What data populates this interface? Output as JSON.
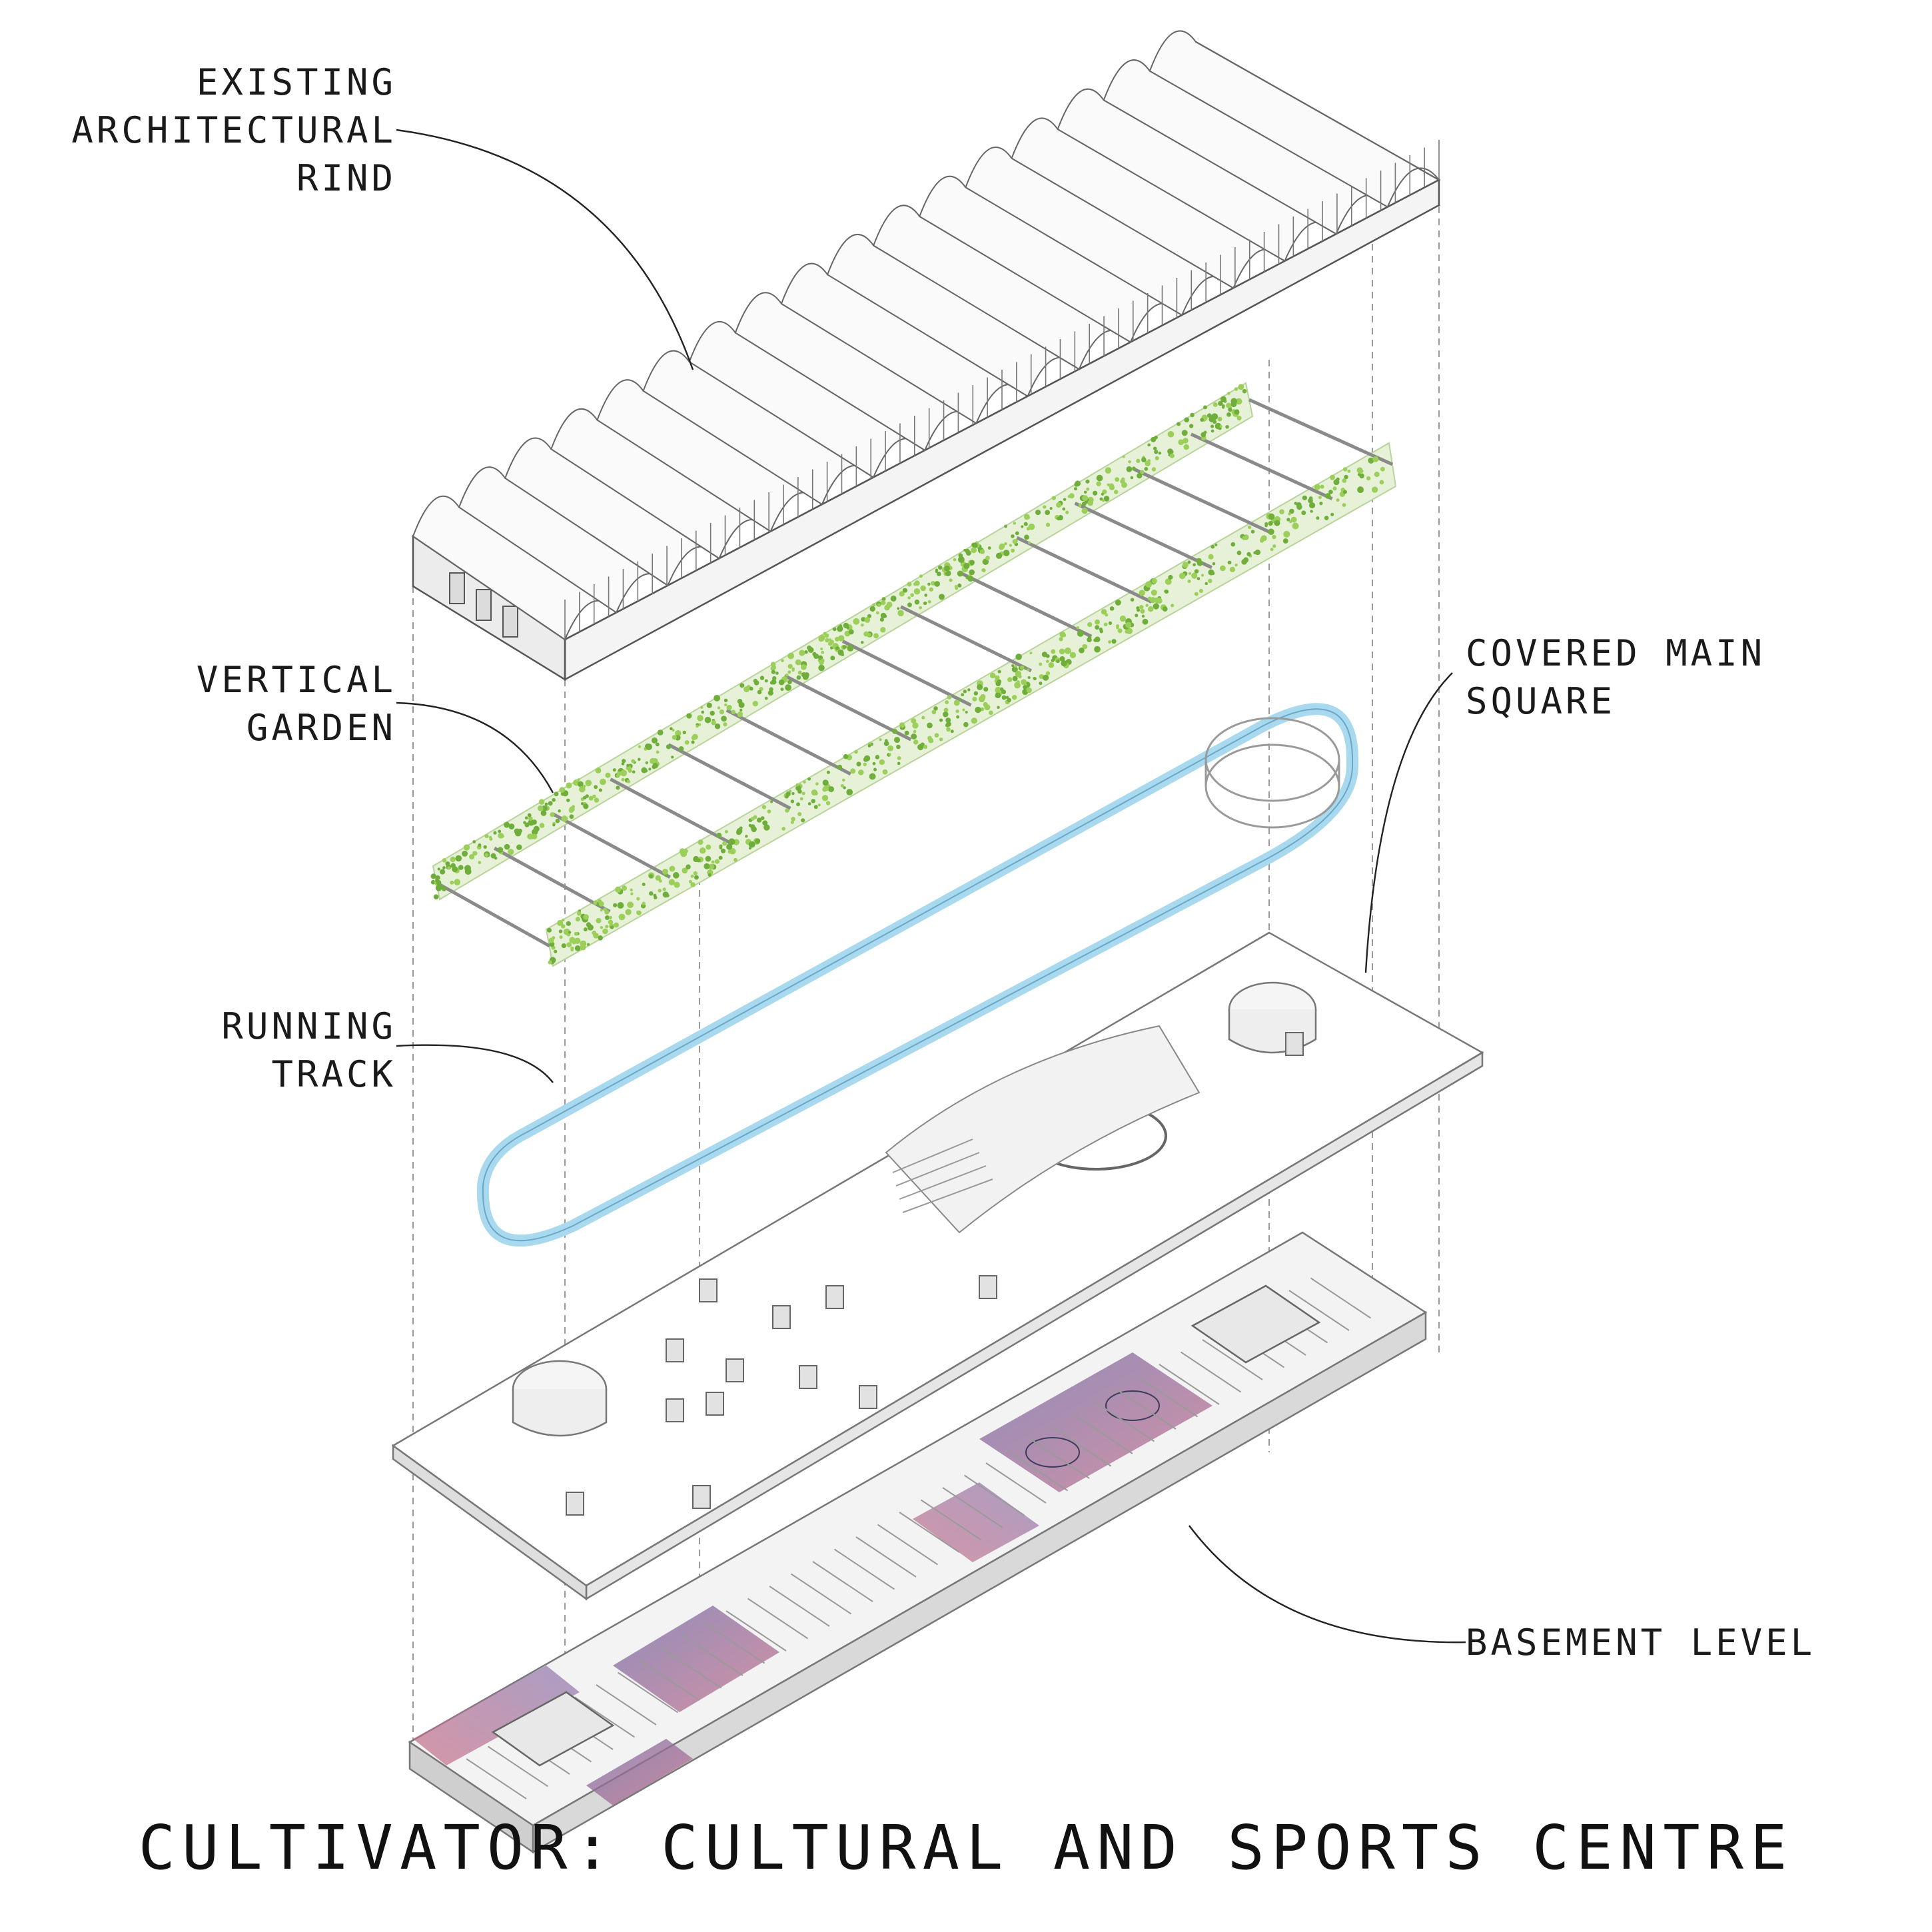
{
  "title": "CULTIVATOR: CULTURAL AND SPORTS CENTRE",
  "labels": {
    "rind": [
      "EXISTING",
      "ARCHITECTURAL",
      "RIND"
    ],
    "garden": [
      "VERTICAL",
      "GARDEN"
    ],
    "track": [
      "RUNNING",
      "TRACK"
    ],
    "square": [
      "COVERED MAIN",
      "SQUARE"
    ],
    "basement": [
      "BASEMENT LEVEL"
    ]
  },
  "colors": {
    "line": "#8a8a8a",
    "leader": "#222222",
    "greenery": "#9bcf5a",
    "track": "#a9d9ee",
    "zone_purple": "#6f6aa8",
    "zone_pink": "#c8708a"
  }
}
